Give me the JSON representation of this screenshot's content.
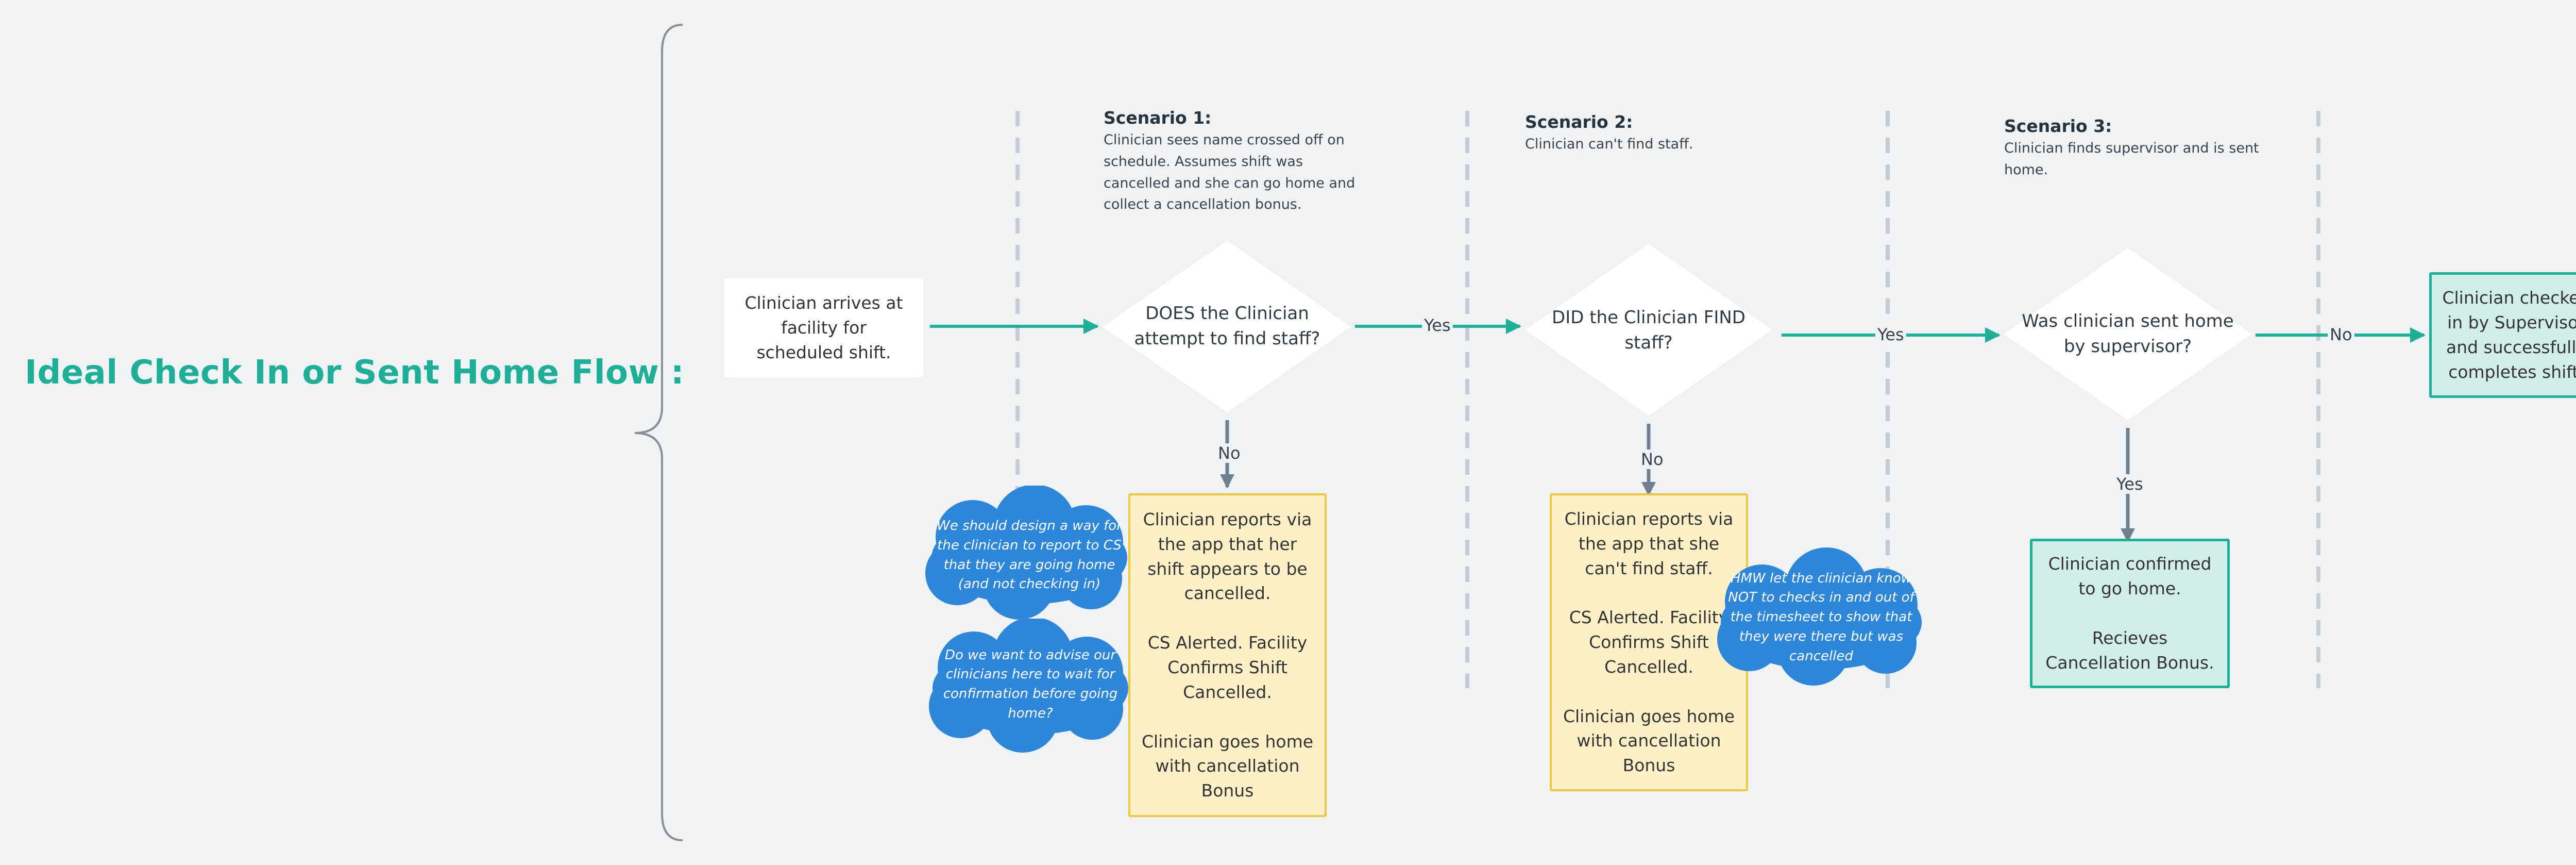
{
  "title": "Ideal Check In or Sent Home Flow :",
  "start_box": "Clinician arrives at facility for scheduled shift.",
  "scenarios": [
    {
      "title": "Scenario 1:",
      "description": "Clinician sees name crossed off on schedule. Assumes shift was cancelled and she can go home and collect a cancellation bonus."
    },
    {
      "title": "Scenario 2:",
      "description": "Clinician can't find staff."
    },
    {
      "title": "Scenario 3:",
      "description": "Clinician finds supervisor and is sent home."
    }
  ],
  "decisions": [
    "DOES the Clinician attempt to find staff?",
    "DID the Clinician FIND staff?",
    "Was clinician sent home by supervisor?"
  ],
  "outcome_boxes": [
    "Clinician reports via the app that her shift appears to be cancelled.\n\nCS Alerted. Facility Confirms Shift Cancelled.\n\nClinician goes home with cancellation Bonus",
    "Clinician reports via the app that she can't find staff.\n\nCS Alerted. Facility Confirms Shift Cancelled.\n\nClinician goes home with cancellation Bonus",
    "Clinician confirmed to go home.\n\nRecieves Cancellation Bonus.",
    "Clinician checked in by Supervisor and successfully completes shift."
  ],
  "edge_labels": {
    "yes_1": "Yes",
    "no_1": "No",
    "yes_2": "Yes",
    "no_2": "No",
    "yes_3": "Yes",
    "no_3": "No"
  },
  "clouds": [
    "We should design a way for the clinician to report to CS that they are going home (and not checking in)",
    "Do we want to advise our clinicians here to wait for confirmation before going home?",
    "HMW let the clinician know NOT to checks in and out of the timesheet to show that they were there but was cancelled"
  ],
  "colors": {
    "background": "#eff3f6",
    "accent_teal": "#1fae96",
    "yellow_fill": "#fff1c7",
    "yellow_border": "#f5c544",
    "teal_fill": "#d2eeea",
    "cloud_blue": "#2e86d9",
    "connector_gray": "#6f7f8d",
    "divider_gray": "#c5ccd3"
  }
}
